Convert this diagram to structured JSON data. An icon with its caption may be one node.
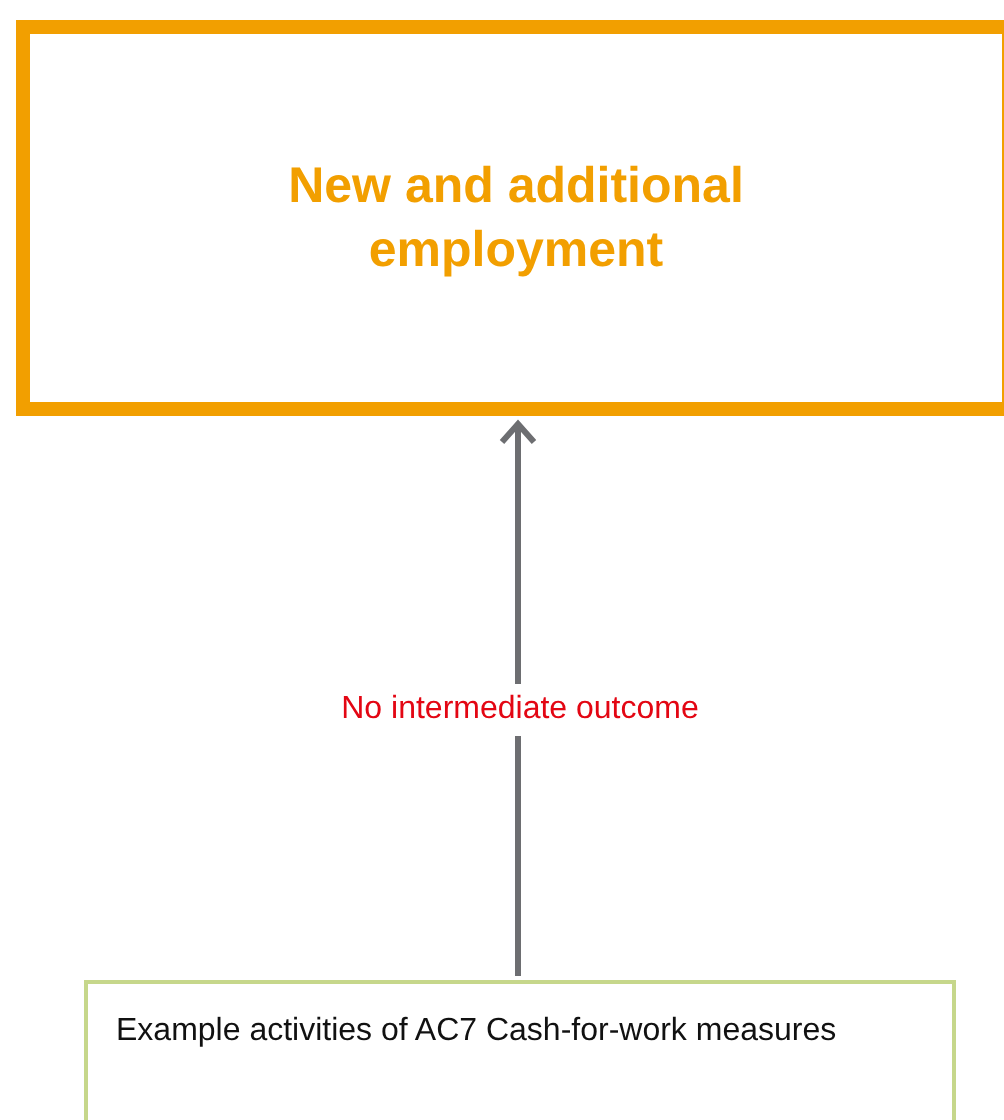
{
  "diagram": {
    "nodes": [
      {
        "text": [
          "New and additional employment"
        ]
      },
      {
        "text": [
          "Example activities of AC7 Cash-for-work measures"
        ]
      }
    ],
    "edges": [
      {
        "from": 1,
        "to": 0,
        "arrow": "to",
        "label": "No intermediate outcome"
      }
    ]
  }
}
